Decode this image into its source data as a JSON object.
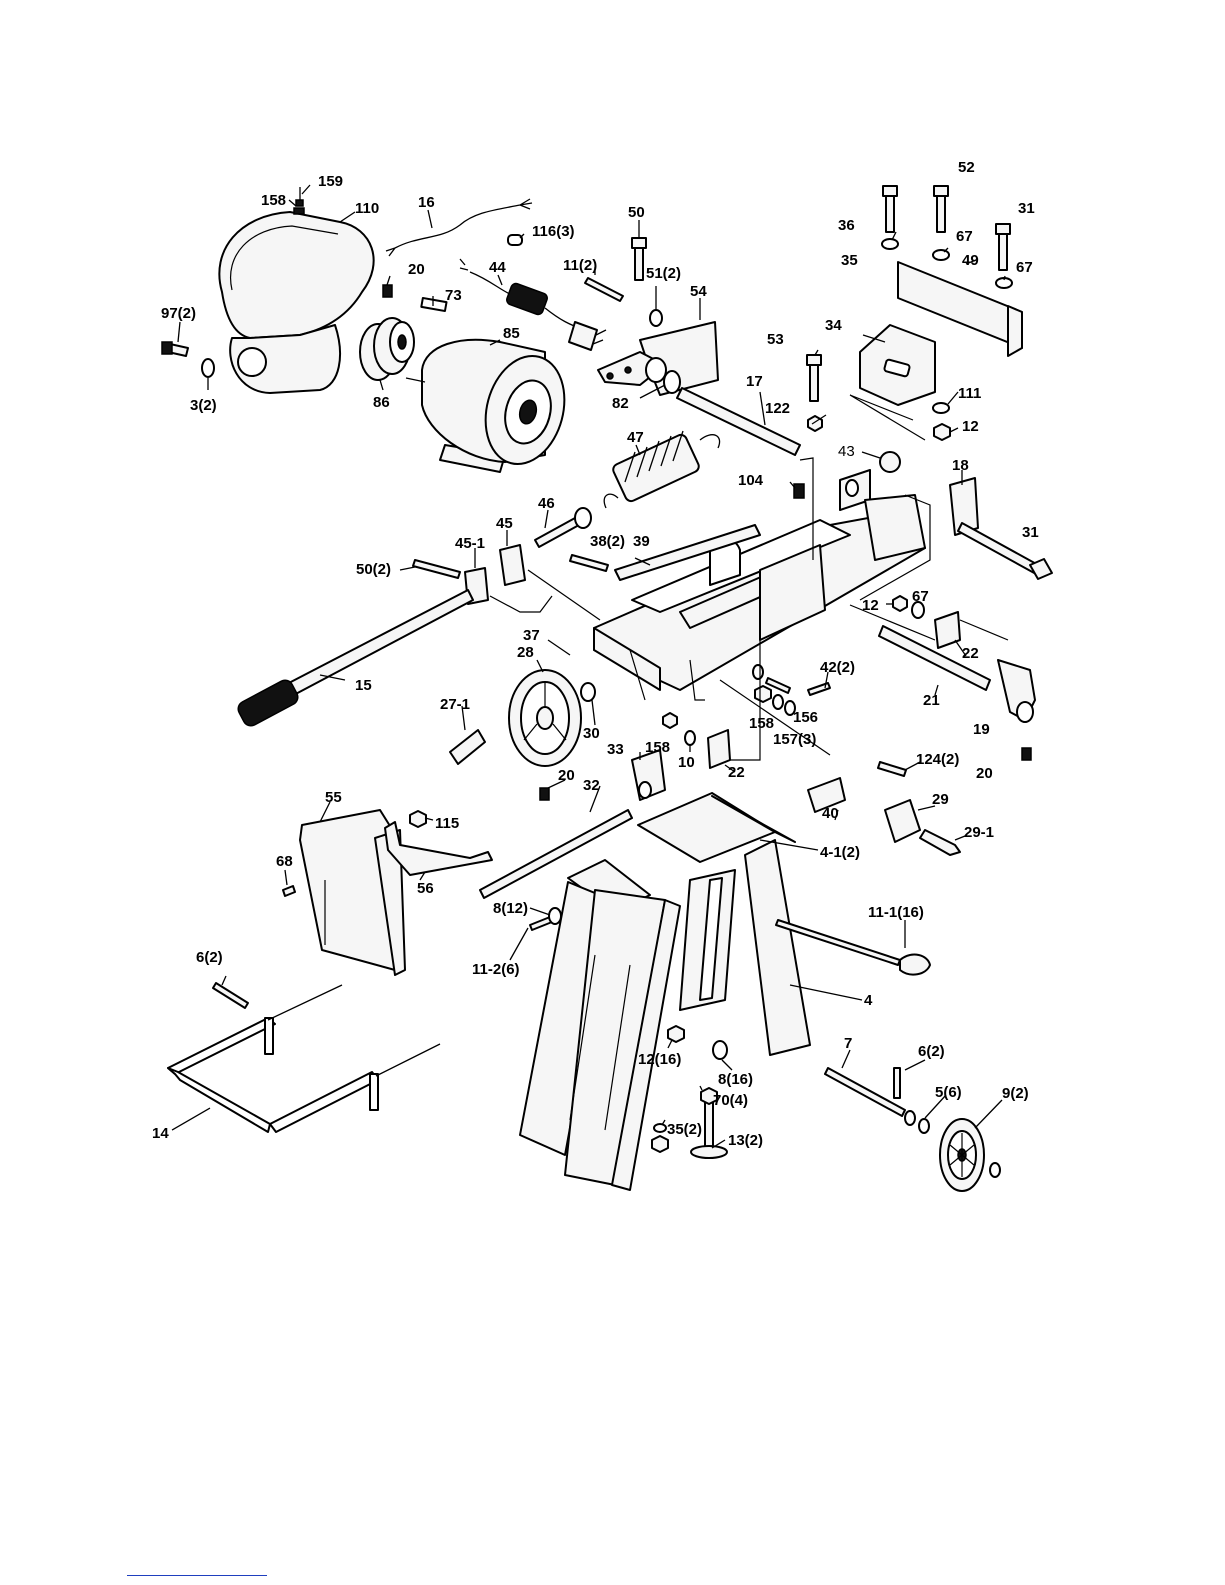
{
  "diagram": {
    "callouts": [
      {
        "id": "c159",
        "text": "159"
      },
      {
        "id": "c158a",
        "text": "158"
      },
      {
        "id": "c110",
        "text": "110"
      },
      {
        "id": "c16",
        "text": "16"
      },
      {
        "id": "c116",
        "text": "116(3)"
      },
      {
        "id": "c50a",
        "text": "50"
      },
      {
        "id": "c52",
        "text": "52"
      },
      {
        "id": "c36",
        "text": "36"
      },
      {
        "id": "c31a",
        "text": "31"
      },
      {
        "id": "c35a",
        "text": "35"
      },
      {
        "id": "c67a",
        "text": "67"
      },
      {
        "id": "c49",
        "text": "49"
      },
      {
        "id": "c67b",
        "text": "67"
      },
      {
        "id": "c20a",
        "text": "20"
      },
      {
        "id": "c44",
        "text": "44"
      },
      {
        "id": "c11",
        "text": "11(2)"
      },
      {
        "id": "c51",
        "text": "51(2)"
      },
      {
        "id": "c54",
        "text": "54"
      },
      {
        "id": "c97",
        "text": "97(2)"
      },
      {
        "id": "c73",
        "text": "73"
      },
      {
        "id": "c85",
        "text": "85"
      },
      {
        "id": "c34",
        "text": "34"
      },
      {
        "id": "c53",
        "text": "53"
      },
      {
        "id": "c3",
        "text": "3(2)"
      },
      {
        "id": "c86",
        "text": "86"
      },
      {
        "id": "c82",
        "text": "82"
      },
      {
        "id": "c17",
        "text": "17"
      },
      {
        "id": "c111",
        "text": "111"
      },
      {
        "id": "c122",
        "text": "122"
      },
      {
        "id": "c12a",
        "text": "12"
      },
      {
        "id": "c47",
        "text": "47"
      },
      {
        "id": "c43",
        "text": "43"
      },
      {
        "id": "c104",
        "text": "104"
      },
      {
        "id": "c18",
        "text": "18"
      },
      {
        "id": "c46",
        "text": "46"
      },
      {
        "id": "c45",
        "text": "45"
      },
      {
        "id": "c38",
        "text": "38(2)"
      },
      {
        "id": "c39",
        "text": "39"
      },
      {
        "id": "c45-1",
        "text": "45-1"
      },
      {
        "id": "c50b",
        "text": "50(2)"
      },
      {
        "id": "c31b",
        "text": "31"
      },
      {
        "id": "c12b",
        "text": "12"
      },
      {
        "id": "c67c",
        "text": "67"
      },
      {
        "id": "c37",
        "text": "37"
      },
      {
        "id": "c28",
        "text": "28"
      },
      {
        "id": "c22a",
        "text": "22"
      },
      {
        "id": "c42",
        "text": "42(2)"
      },
      {
        "id": "c15",
        "text": "15"
      },
      {
        "id": "c21",
        "text": "21"
      },
      {
        "id": "c27-1",
        "text": "27-1"
      },
      {
        "id": "c158b",
        "text": "158"
      },
      {
        "id": "c156",
        "text": "156"
      },
      {
        "id": "c19",
        "text": "19"
      },
      {
        "id": "c30",
        "text": "30"
      },
      {
        "id": "c157",
        "text": "157(3)"
      },
      {
        "id": "c33",
        "text": "33"
      },
      {
        "id": "c158c",
        "text": "158"
      },
      {
        "id": "c10",
        "text": "10"
      },
      {
        "id": "c22b",
        "text": "22"
      },
      {
        "id": "c124",
        "text": "124(2)"
      },
      {
        "id": "c20b",
        "text": "20"
      },
      {
        "id": "c20c",
        "text": "20"
      },
      {
        "id": "c32",
        "text": "32"
      },
      {
        "id": "c55",
        "text": "55"
      },
      {
        "id": "c29",
        "text": "29"
      },
      {
        "id": "c40",
        "text": "40"
      },
      {
        "id": "c115",
        "text": "115"
      },
      {
        "id": "c29-1",
        "text": "29-1"
      },
      {
        "id": "c4-1",
        "text": "4-1(2)"
      },
      {
        "id": "c68",
        "text": "68"
      },
      {
        "id": "c56",
        "text": "56"
      },
      {
        "id": "c8a",
        "text": "8(12)"
      },
      {
        "id": "c11-1",
        "text": "11-1(16)"
      },
      {
        "id": "c11-2",
        "text": "11-2(6)"
      },
      {
        "id": "c6a",
        "text": "6(2)"
      },
      {
        "id": "c4",
        "text": "4"
      },
      {
        "id": "c7",
        "text": "7"
      },
      {
        "id": "c6b",
        "text": "6(2)"
      },
      {
        "id": "c12c",
        "text": "12(16)"
      },
      {
        "id": "c8b",
        "text": "8(16)"
      },
      {
        "id": "c5",
        "text": "5(6)"
      },
      {
        "id": "c9",
        "text": "9(2)"
      },
      {
        "id": "c70",
        "text": "70(4)"
      },
      {
        "id": "c35b",
        "text": "35(2)"
      },
      {
        "id": "c14",
        "text": "14"
      },
      {
        "id": "c13",
        "text": "13(2)"
      }
    ]
  }
}
